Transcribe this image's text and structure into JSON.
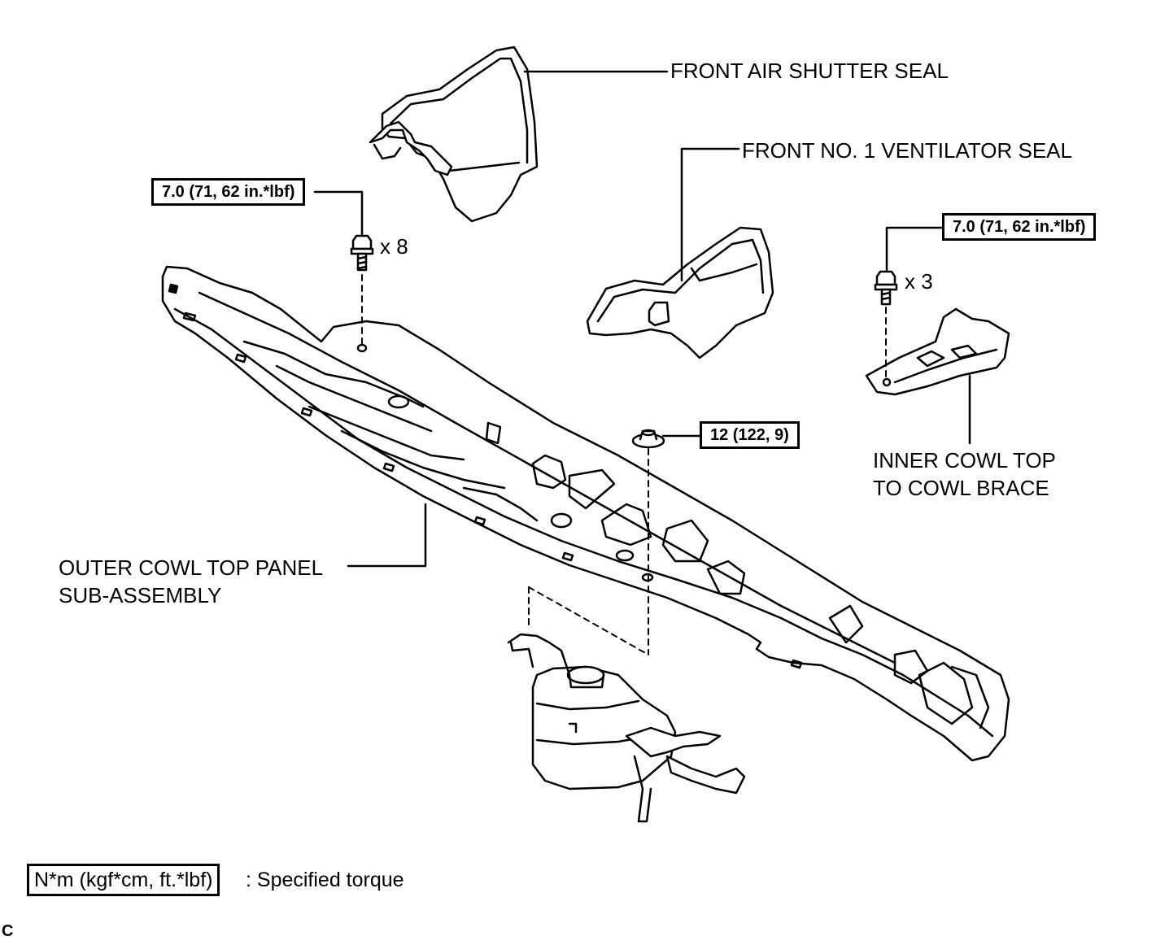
{
  "labels": {
    "front_air_shutter_seal": "FRONT AIR SHUTTER SEAL",
    "front_no1_ventilator_seal": "FRONT NO. 1 VENTILATOR SEAL",
    "inner_cowl_line1": "INNER COWL TOP",
    "inner_cowl_line2": "TO COWL BRACE",
    "outer_cowl_line1": "OUTER COWL TOP PANEL",
    "outer_cowl_line2": "SUB-ASSEMBLY"
  },
  "torques": {
    "left_bolt": "7.0 (71, 62 in.*lbf)",
    "right_bolt": "7.0 (71, 62 in.*lbf)",
    "nut": "12 (122, 9)"
  },
  "quantities": {
    "left_bolt": "x 8",
    "right_bolt": "x 3"
  },
  "legend": {
    "unit_box": "N*m (kgf*cm, ft.*lbf)",
    "description": ": Specified torque"
  },
  "corner_code": "C"
}
